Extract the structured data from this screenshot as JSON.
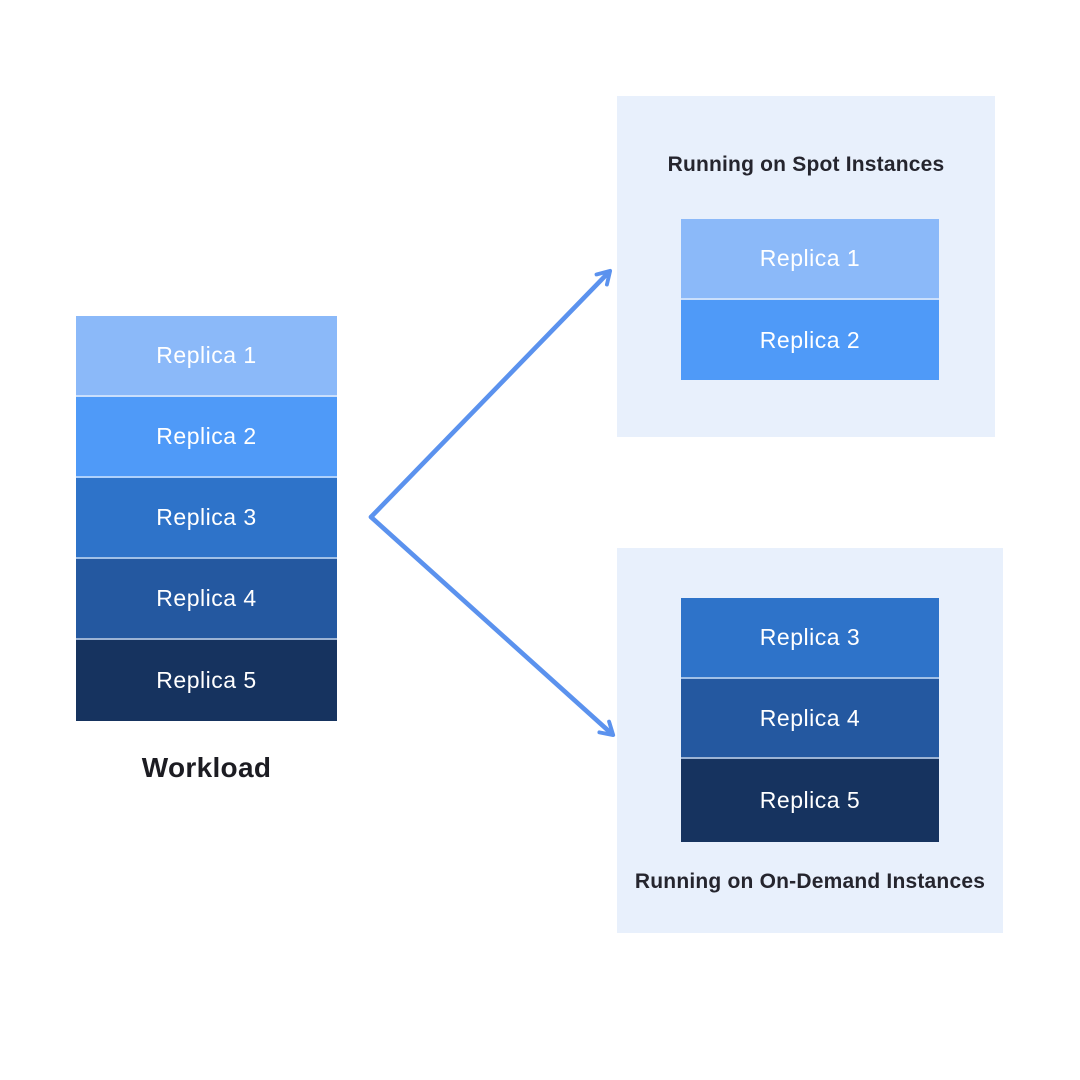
{
  "diagram": {
    "workload": {
      "caption": "Workload",
      "replicas": [
        {
          "label": "Replica 1",
          "color": "#8bb9f9"
        },
        {
          "label": "Replica 2",
          "color": "#4f9af8"
        },
        {
          "label": "Replica 3",
          "color": "#2e73c9"
        },
        {
          "label": "Replica 4",
          "color": "#2458a0"
        },
        {
          "label": "Replica 5",
          "color": "#16335f"
        }
      ]
    },
    "spot_panel": {
      "title": "Running on Spot Instances",
      "background": "#e8f0fc",
      "replicas": [
        {
          "label": "Replica 1",
          "color": "#8bb9f9"
        },
        {
          "label": "Replica 2",
          "color": "#4f9af8"
        }
      ]
    },
    "on_demand_panel": {
      "title": "Running on On-Demand Instances",
      "background": "#e8f0fc",
      "replicas": [
        {
          "label": "Replica 3",
          "color": "#2e73c9"
        },
        {
          "label": "Replica 4",
          "color": "#2458a0"
        },
        {
          "label": "Replica 5",
          "color": "#16335f"
        }
      ]
    },
    "arrow_color": "#5b92ee",
    "title_text_color": "#25252e"
  }
}
